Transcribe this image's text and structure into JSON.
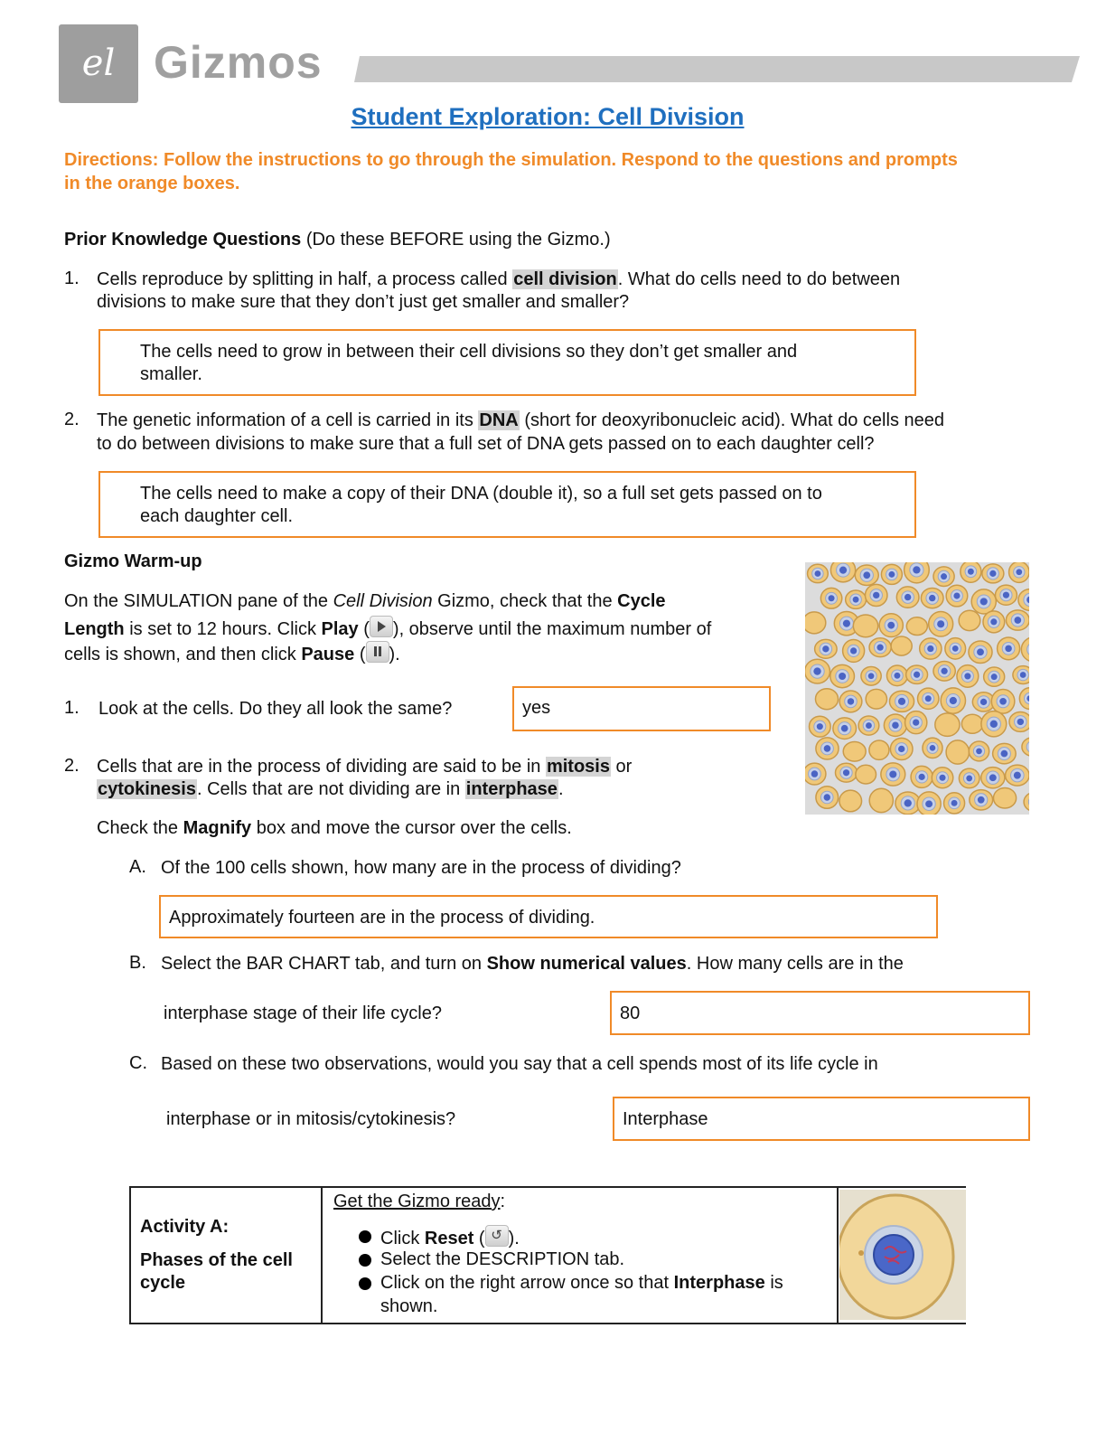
{
  "header": {
    "brand": "Gizmos",
    "logo_mark": "el"
  },
  "title": "Student Exploration: Cell Division",
  "directions": "Directions: Follow the instructions to go through the simulation. Respond to the questions and prompts in the orange boxes.",
  "prior": {
    "heading_bold": "Prior Knowledge Questions",
    "heading_rest": " (Do these BEFORE using the Gizmo.)",
    "q1": {
      "num": "1.",
      "pre": "Cells reproduce by splitting in half, a process called ",
      "term": "cell division",
      "post": ". What do cells need to do between",
      "line2": "divisions to make sure that they don’t just get smaller and smaller?",
      "answer_line1": "The cells need to grow in between their cell divisions so they don’t get smaller and",
      "answer_line2": "smaller."
    },
    "q2": {
      "num": "2.",
      "pre": "The genetic information of a cell is carried in its ",
      "term": "DNA",
      "post": " (short for deoxyribonucleic acid). What do cells need",
      "line2": "to do between divisions to make sure that a full set of DNA gets passed on to each daughter cell?",
      "answer_line1": "The cells need to make a copy of their DNA (double it), so a full set gets passed on to",
      "answer_line2": "each daughter cell."
    }
  },
  "warmup": {
    "heading": "Gizmo Warm-up",
    "p1_a": "On the SIMULATION pane of the ",
    "p1_italic": "Cell Division",
    "p1_b": " Gizmo, check that the ",
    "p1_bold1": "Cycle",
    "p2_bold": "Length",
    "p2_a": " is set to 12 hours. Click ",
    "p2_play": "Play",
    "p2_b": " (",
    "p2_c": "), observe until the maximum number of",
    "p3_a": "cells is shown, and then click ",
    "p3_pause": "Pause",
    "p3_b": " (",
    "p3_c": ").",
    "q1": {
      "num": "1.",
      "text": "Look at the cells. Do they all look the same?",
      "answer": "yes"
    },
    "q2": {
      "num": "2.",
      "a": "Cells that are in the process of dividing are said to be in ",
      "mitosis": "mitosis",
      "b": " or",
      "cytokinesis": "cytokinesis",
      "c": ". Cells that are not dividing are in ",
      "interphase": "interphase",
      "d": "."
    },
    "magnify_a": "Check the ",
    "magnify_bold": "Magnify",
    "magnify_b": " box and move the cursor over the cells.",
    "qA": {
      "label": "A.",
      "text": "Of the 100 cells shown, how many are in the process of dividing?",
      "answer": "Approximately fourteen are in the process of dividing."
    },
    "qB": {
      "label": "B.",
      "text_a": "Select the BAR CHART tab, and turn on ",
      "text_bold": "Show numerical values",
      "text_b": ". How many cells are in the",
      "line2": "interphase stage of their life cycle?",
      "answer": "80"
    },
    "qC": {
      "label": "C.",
      "text": "Based on these two observations, would you say that a cell spends most of its life cycle in",
      "line2": "interphase or in mitosis/cytokinesis?",
      "answer": "Interphase"
    }
  },
  "activity": {
    "label": "Activity A:",
    "subtitle_line1": "Phases of the cell",
    "subtitle_line2": "cycle",
    "ready": "Get the Gizmo ready",
    "ready_colon": ":",
    "b1_a": "Click ",
    "b1_bold": "Reset",
    "b1_b": " (",
    "b1_c": ").",
    "b2": "Select the DESCRIPTION tab.",
    "b3_a": "Click on the right arrow once so that ",
    "b3_bold": "Interphase",
    "b3_b": " is",
    "b3_line2": "shown."
  },
  "colors": {
    "title_blue": "#1f6fbf",
    "orange": "#f08a28",
    "highlight_gray": "#d4d4d4"
  },
  "icons": [
    "play-icon",
    "pause-icon",
    "reset-icon"
  ]
}
